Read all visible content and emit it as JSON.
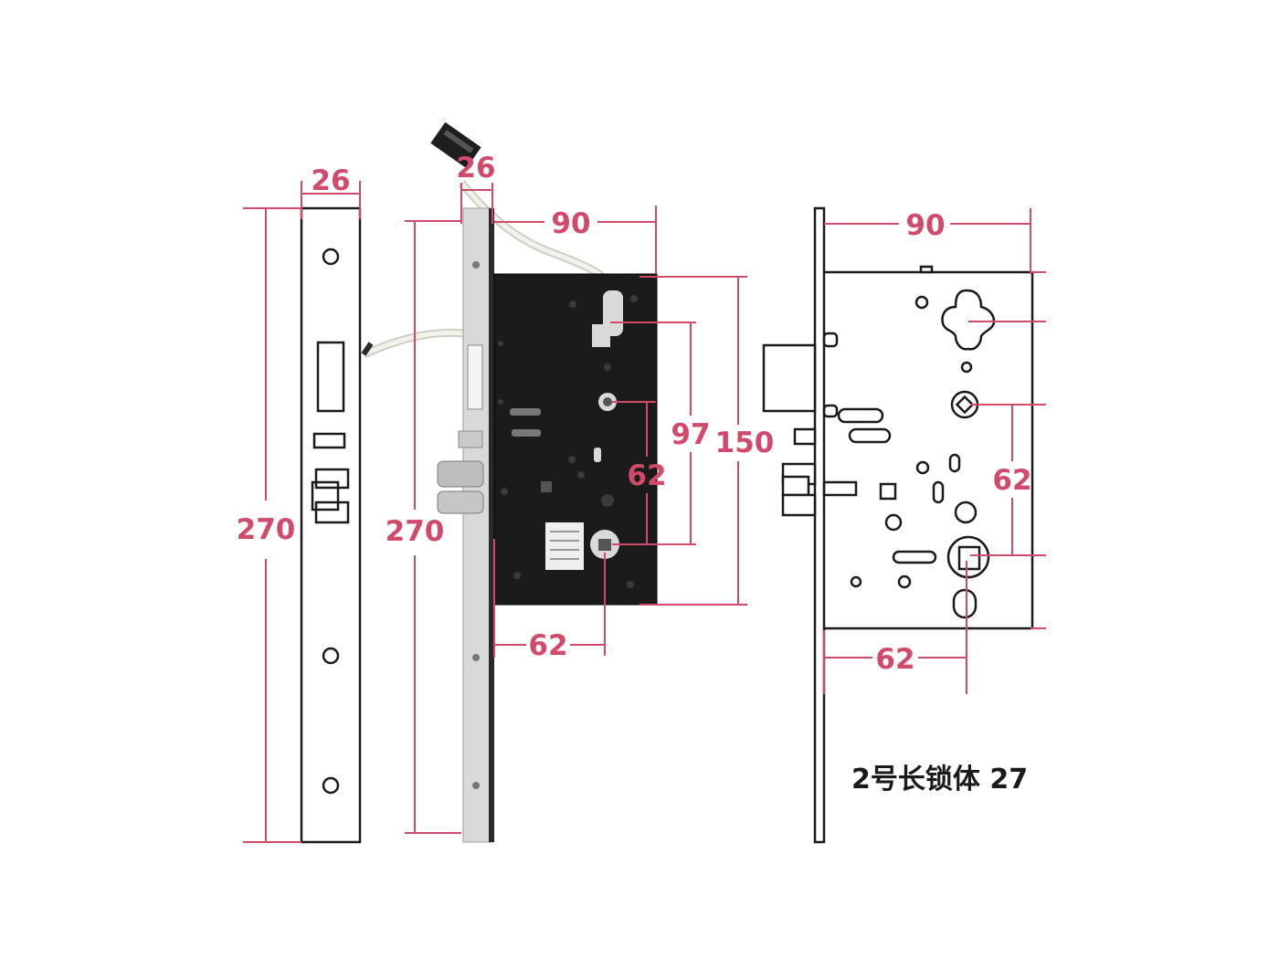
{
  "dimensions": {
    "faceplate_width": "26",
    "faceplate_height": "270",
    "side_width": "26",
    "side_height": "270",
    "case_width": "90",
    "backset": "62",
    "handle_to_cylinder": "62",
    "spindle_to_cylinder": "97",
    "case_height": "150",
    "schematic_width": "90",
    "schematic_spindle_to_cylinder": "62",
    "schematic_backset": "62"
  },
  "caption": "2号长锁体 27",
  "colors": {
    "dimension": "#d24a6a",
    "outline": "#1a1a1a",
    "lock_body": "#1b1b1b",
    "faceplate_steel": "#d9d9d9",
    "cable": "#efefe6"
  }
}
